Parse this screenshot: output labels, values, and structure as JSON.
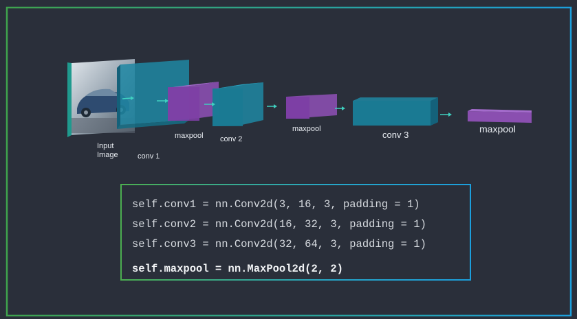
{
  "colors": {
    "background": "#2a2f3a",
    "frame_green": "#3fa34d",
    "frame_blue": "#1c9fdc",
    "conv_teal": "#1f8fa8",
    "pool_purple": "#8a4fb0",
    "arrow": "#3fd0c0"
  },
  "diagram": {
    "labels": {
      "input_line1": "Input",
      "input_line2": "Image",
      "conv1": "conv 1",
      "maxpool1": "maxpool",
      "conv2": "conv 2",
      "maxpool2": "maxpool",
      "conv3": "conv 3",
      "maxpool3": "maxpool"
    },
    "input_image_icon": "car-photo-icon"
  },
  "code": {
    "lines": [
      "self.conv1 = nn.Conv2d(3, 16, 3, padding = 1)",
      "self.conv2 = nn.Conv2d(16, 32, 3, padding = 1)",
      "self.conv3 = nn.Conv2d(32, 64, 3, padding = 1)"
    ],
    "maxpool_line": "self.maxpool = nn.MaxPool2d(2, 2)"
  }
}
